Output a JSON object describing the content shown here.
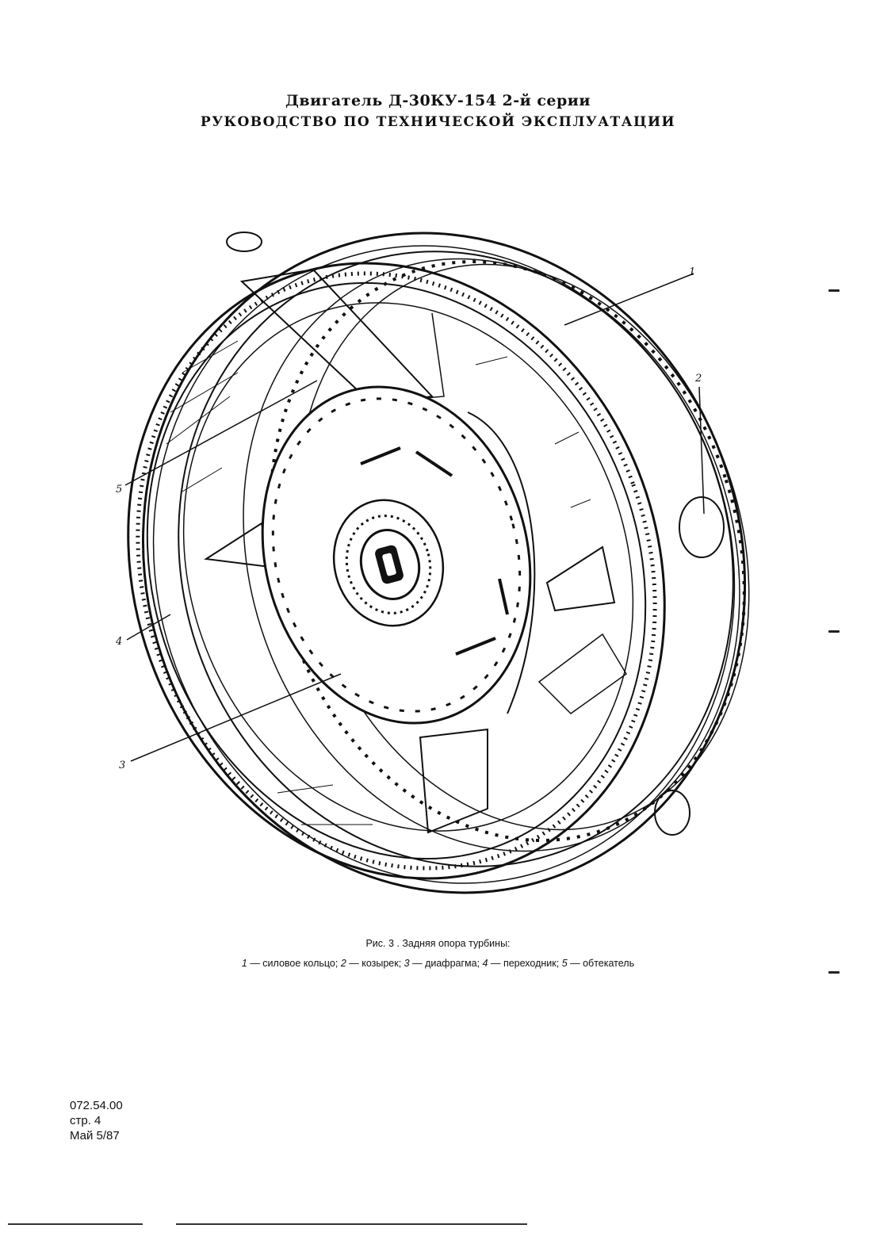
{
  "header": {
    "title": "Двигатель Д-30КУ-154 2-й серии",
    "subtitle": "РУКОВОДСТВО ПО ТЕХНИЧЕСКОЙ ЭКСПЛУАТАЦИИ"
  },
  "figure": {
    "callouts": [
      "1",
      "2",
      "3",
      "4",
      "5"
    ]
  },
  "caption": {
    "title": "Рис. 3 . Задняя опора турбины:",
    "legend": [
      {
        "num": "1",
        "text": " — силовое кольцо; "
      },
      {
        "num": "2",
        "text": " — козырек; "
      },
      {
        "num": "3",
        "text": " — диафрагма; "
      },
      {
        "num": "4",
        "text": " — переходник; "
      },
      {
        "num": "5",
        "text": " — обтекатель"
      }
    ]
  },
  "footer": {
    "doc_number": "072.54.00",
    "page": "стр. 4",
    "date": "Май 5/87"
  }
}
